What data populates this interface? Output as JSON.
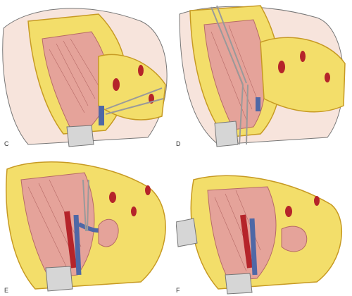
{
  "figure": {
    "panels": [
      {
        "id": "C",
        "label": "C"
      },
      {
        "id": "D",
        "label": "D"
      },
      {
        "id": "E",
        "label": "E"
      },
      {
        "id": "F",
        "label": "F"
      }
    ],
    "colors": {
      "fat": "#f3de6a",
      "fat_dark": "#c79a23",
      "muscle": "#e5a39a",
      "muscle_fiber": "#b66a66",
      "vessel_red": "#b5242a",
      "vessel_blue": "#4f68a6",
      "skin": "#f7e4dc",
      "retractor": "#d6d6d6",
      "instrument": "#9a9a9a"
    }
  }
}
